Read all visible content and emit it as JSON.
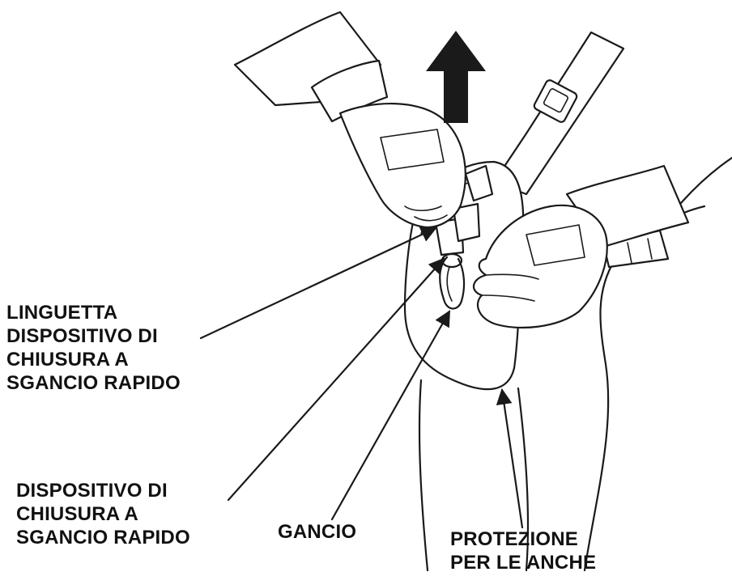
{
  "labels": {
    "tab": "LINGUETTA\nDISPOSITIVO DI\nCHIUSURA A\nSGANCIO RAPIDO",
    "quick_release": "DISPOSITIVO DI\nCHIUSURA A\nSGANCIO RAPIDO",
    "hook": "GANCIO",
    "hip_guard": "PROTEZIONE\nPER LE ANCHE"
  },
  "colors": {
    "ink": "#1a1a1a",
    "background": "#ffffff"
  },
  "icons": {
    "direction": "up-arrow-icon"
  }
}
